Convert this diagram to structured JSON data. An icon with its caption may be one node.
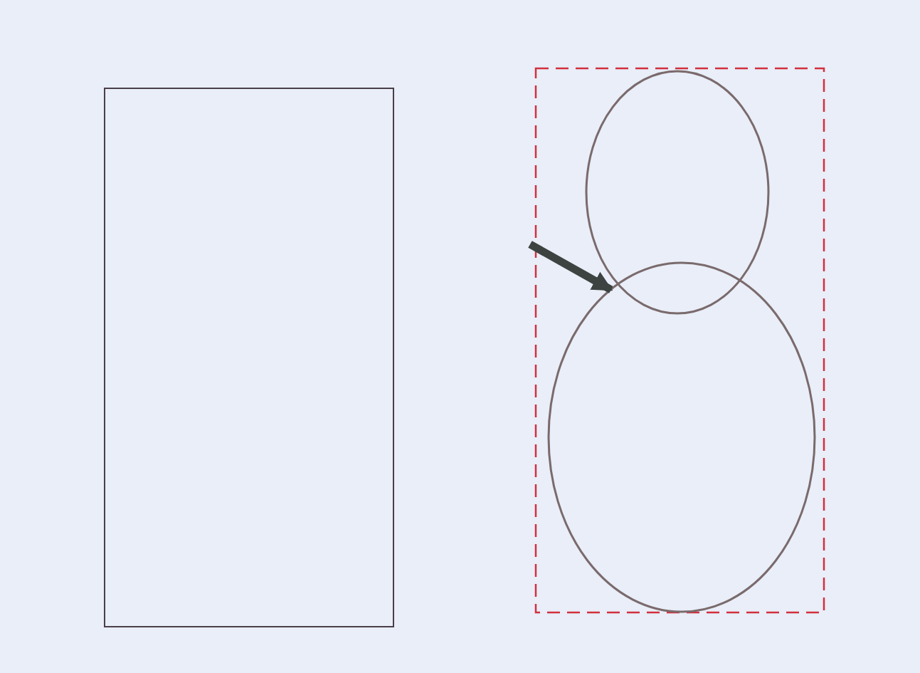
{
  "diagram": {
    "nodes": [
      {
        "text": [],
        "shape": "box"
      },
      {
        "text": [],
        "shape": "box"
      },
      {
        "text": [],
        "shape": "circle",
        "in": 1
      },
      {
        "text": [],
        "shape": "circle",
        "in": 1
      }
    ],
    "edges": [
      {
        "from": null,
        "to": 3,
        "arrow": "to"
      }
    ]
  }
}
